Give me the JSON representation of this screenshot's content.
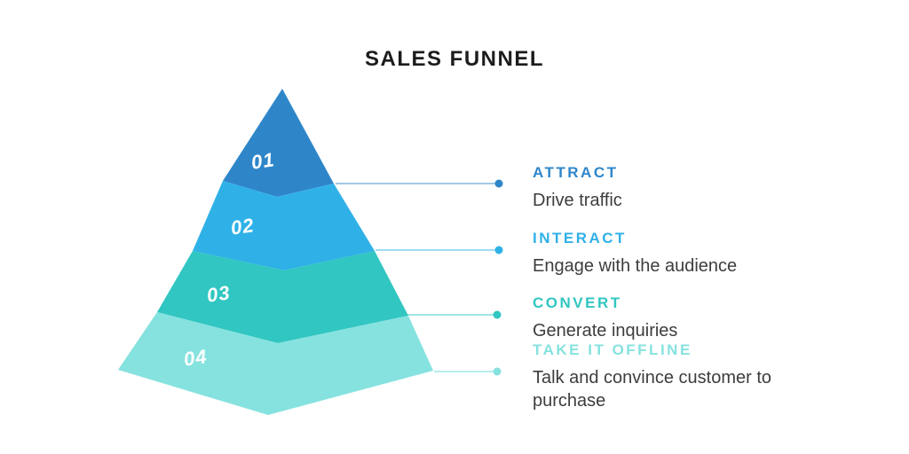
{
  "title": "SALES FUNNEL",
  "funnel": {
    "stages": [
      {
        "number": "01",
        "name": "ATTRACT",
        "description": "Drive traffic",
        "color": "#2E86C9"
      },
      {
        "number": "02",
        "name": "INTERACT",
        "description": "Engage with the audience",
        "color": "#2FB1E8"
      },
      {
        "number": "03",
        "name": "CONVERT",
        "description": "Generate inquiries",
        "color": "#31C6C1"
      },
      {
        "number": "04",
        "name": "TAKE IT OFFLINE",
        "description": "Talk and convince customer to purchase",
        "color": "#86E2DF"
      }
    ]
  },
  "colors": {
    "background": "#FFFFFF",
    "title_text": "#1C1C1C",
    "description_text": "#3D3D3D",
    "number_text": "#FFFFFF"
  }
}
